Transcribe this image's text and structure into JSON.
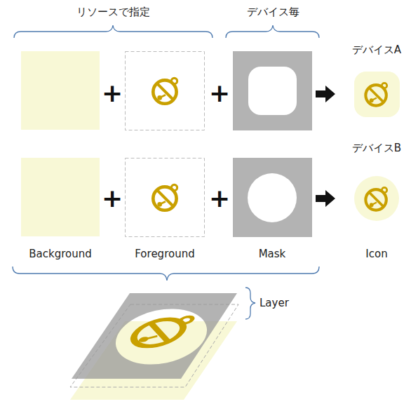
{
  "diagram": {
    "labels": [
      "リソースで指定",
      "デバイス毎",
      "デバイスA",
      "+",
      "+",
      "デバイスB",
      "+",
      "+",
      "Background",
      "Foreground",
      "Mask",
      "Icon",
      "Layer"
    ]
  }
}
